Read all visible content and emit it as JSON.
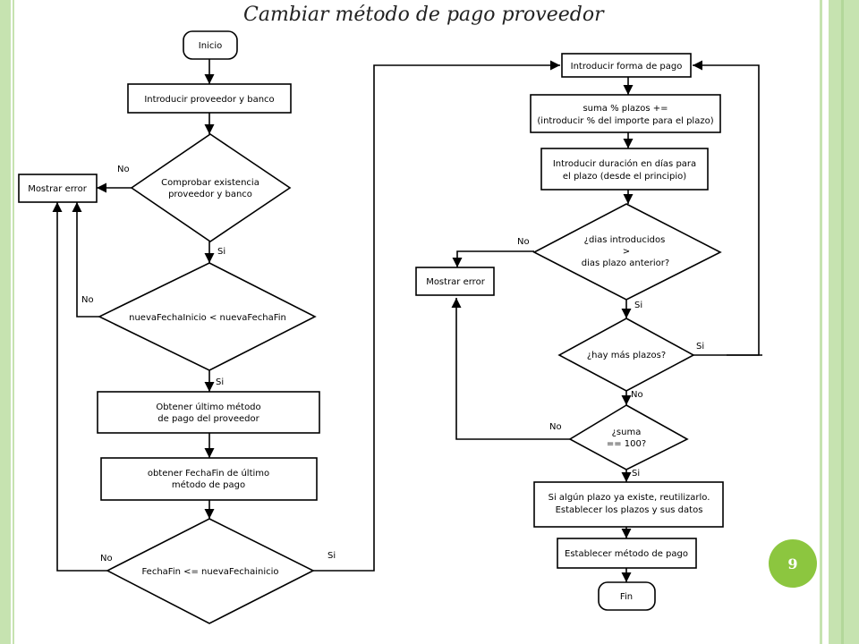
{
  "slide": {
    "title": "Cambiar método de pago proveedor",
    "page_number": "9"
  },
  "flow_left": {
    "start": "Inicio",
    "enter_supplier": "Introducir proveedor y banco",
    "check_exists": [
      "Comprobar existencia",
      "proveedor y banco"
    ],
    "error": "Mostrar error",
    "date_check": "nuevaFechaInicio < nuevaFechaFin",
    "get_last": [
      "Obtener último método",
      "de pago del proveedor"
    ],
    "get_end": [
      "obtener FechaFin de último",
      "método de pago"
    ],
    "end_check": "FechaFin <= nuevaFechainicio"
  },
  "flow_right": {
    "enter_form": "Introducir forma de pago",
    "sum_pct": [
      "suma % plazos +=",
      "(introducir % del importe para el plazo)"
    ],
    "enter_days": [
      "Introducir duración en días para",
      "el plazo (desde el principio)"
    ],
    "days_check": [
      "¿dias introducidos",
      ">",
      "dias plazo anterior?"
    ],
    "error": "Mostrar error",
    "more_check": "¿hay más plazos?",
    "sum_check": [
      "¿suma",
      "== 100?"
    ],
    "reuse": [
      "Si algún plazo ya existe, reutilizarlo.",
      "Establecer los plazos y sus datos"
    ],
    "set_method": "Establecer método de pago",
    "end": "Fin"
  },
  "labels": {
    "yes": "Si",
    "no": "No"
  }
}
